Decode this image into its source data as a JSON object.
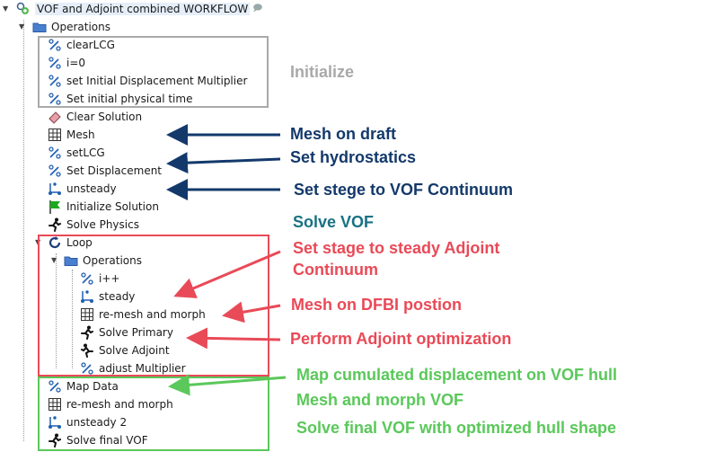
{
  "tree": {
    "root": "VOF and Adjoint combined WORKFLOW",
    "operations": "Operations",
    "items": {
      "clearLCG": "clearLCG",
      "i0": "i=0",
      "setInitDisp": "set Initial Displacement Multiplier",
      "setInitTime": "Set initial physical time",
      "clearSolution": "Clear Solution",
      "mesh": "Mesh",
      "setLCG": "setLCG",
      "setDisplacement": "Set Displacement",
      "unsteady": "unsteady",
      "initSolution": "Initialize Solution",
      "solvePhysics": "Solve Physics",
      "loop": "Loop",
      "loopOperations": "Operations",
      "ipp": "i++",
      "steady": "steady",
      "remeshMorph": "re-mesh and morph",
      "solvePrimary": "Solve Primary",
      "solveAdjoint": "Solve Adjoint",
      "adjustMultiplier": "adjust Multiplier",
      "mapData": "Map Data",
      "remeshMorph2": "re-mesh and morph",
      "unsteady2": "unsteady 2",
      "solveFinal": "Solve final VOF"
    }
  },
  "annotations": {
    "initialize": "Initialize",
    "meshOnDraft": "Mesh on draft",
    "setHydrostatics": "Set hydrostatics",
    "setStageVOF": "Set stege to VOF Continuum",
    "solveVOF": "Solve VOF",
    "setStageSteady1": "Set stage to steady Adjoint",
    "setStageSteady2": "Continuum",
    "meshOnDFBI": "Mesh on DFBI postion",
    "performAdjoint": "Perform Adjoint optimization",
    "mapCumulated": "Map cumulated displacement on VOF hull",
    "meshMorphVOF": "Mesh and morph VOF",
    "solveFinalOpt": "Solve final VOF with optimized hull shape"
  },
  "colors": {
    "blue": "#13396b",
    "teal": "#187283",
    "red": "#e94a57",
    "green": "#5ac85a",
    "gray": "#a9a9a9"
  }
}
